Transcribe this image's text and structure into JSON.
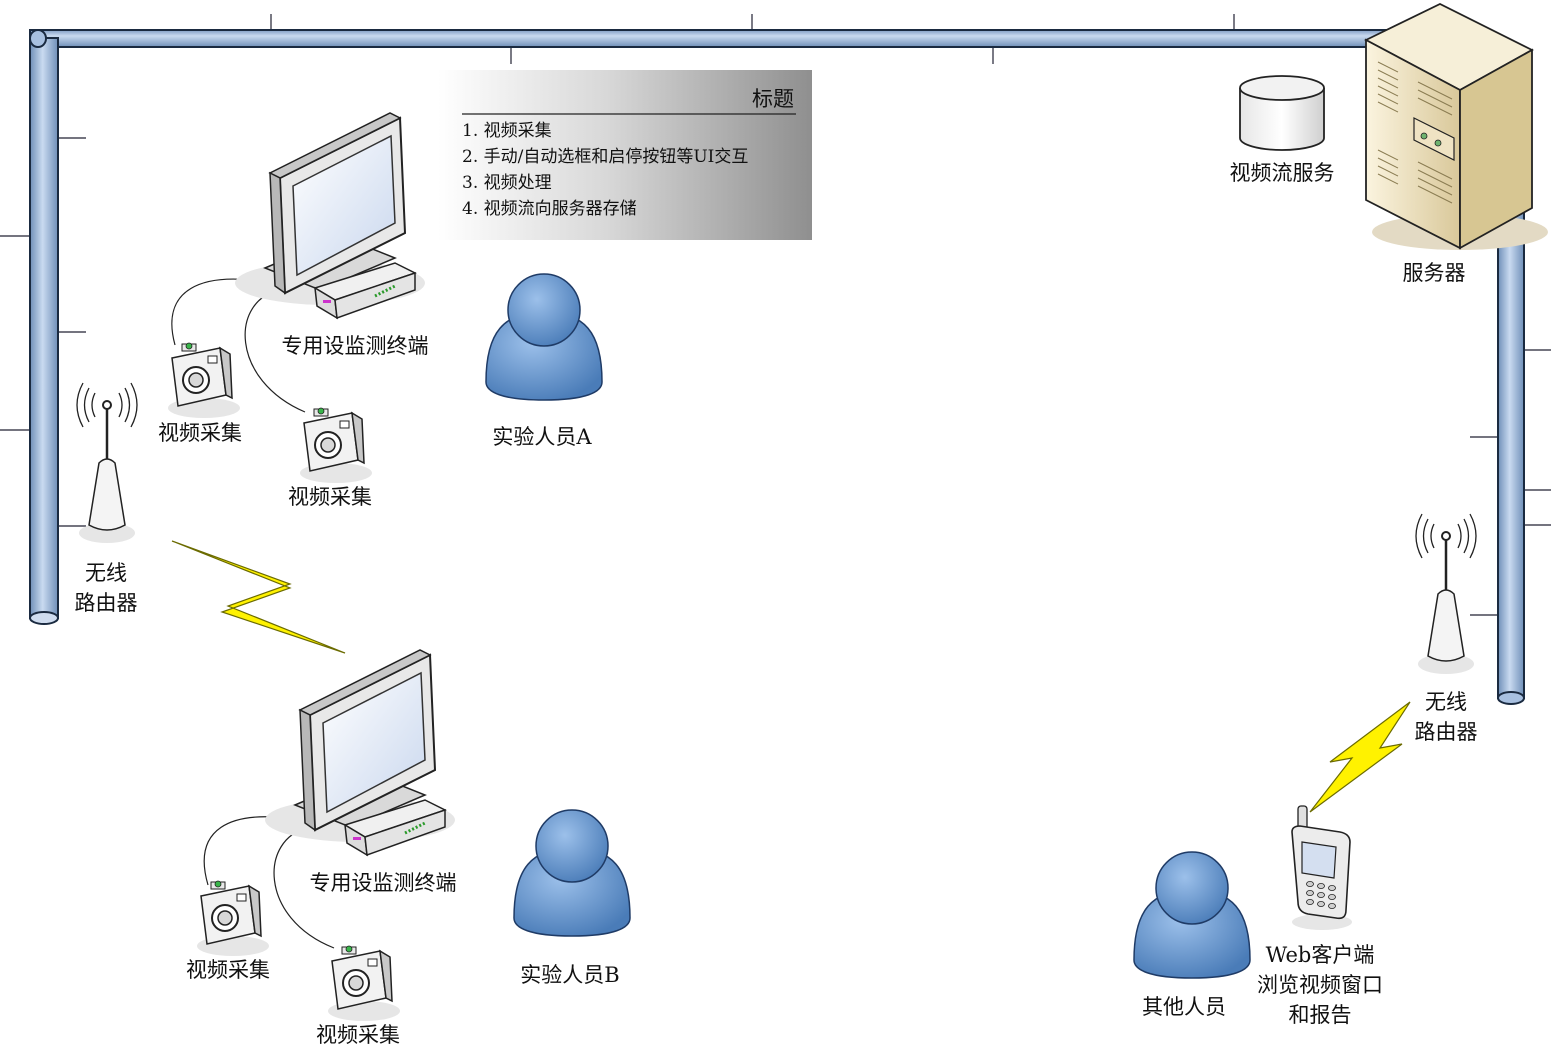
{
  "legend": {
    "title": "标题",
    "items": [
      "1. 视频采集",
      "2. 手动/自动选框和启停按钮等UI交互",
      "3. 视频处理",
      "4. 视频流向服务器存储"
    ]
  },
  "server": {
    "label": "服务器"
  },
  "stream_service": {
    "label": "视频流服务"
  },
  "terminal_a": {
    "label": "专用设监测终端"
  },
  "terminal_b": {
    "label": "专用设监测终端"
  },
  "cameras": {
    "a1": "视频采集",
    "a2": "视频采集",
    "b1": "视频采集",
    "b2": "视频采集"
  },
  "person_a": {
    "label": "实验人员A"
  },
  "person_b": {
    "label": "实验人员B"
  },
  "person_other": {
    "label": "其他人员"
  },
  "router_left": {
    "line1": "无线",
    "line2": "路由器"
  },
  "router_right": {
    "line1": "无线",
    "line2": "路由器"
  },
  "web_client": {
    "line1": "Web客户端",
    "line2": "浏览视频窗口",
    "line3": "和报告"
  },
  "colors": {
    "pipe": "#a8c0e0",
    "pipe_edge": "#1a2a40",
    "person": "#6a9ad0",
    "bolt": "#fff200",
    "server": "#efe3c3"
  }
}
